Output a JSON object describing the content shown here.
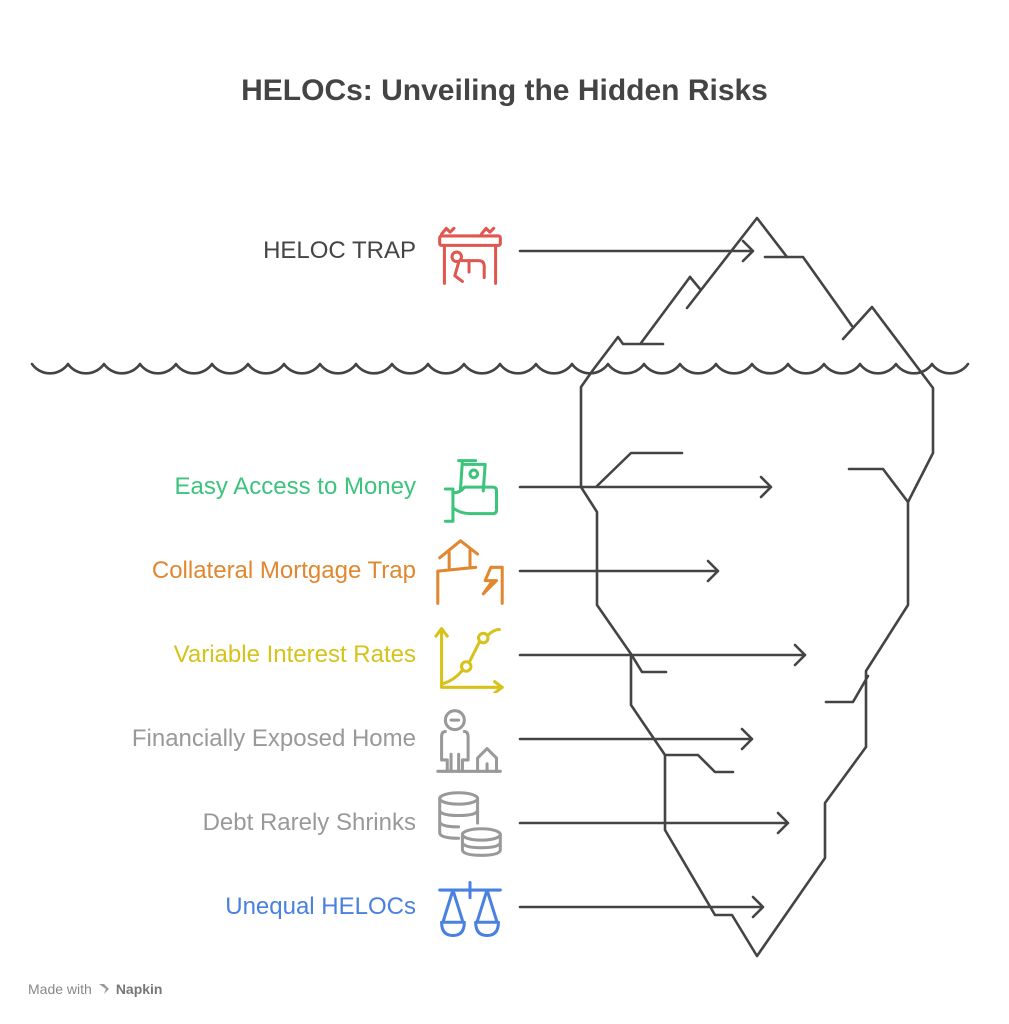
{
  "title": "HELOCs: Unveiling the Hidden Risks",
  "items": [
    {
      "label": "HELOC TRAP",
      "color": "#444444",
      "icon": "trap-icon",
      "icon_color": "#e0574f"
    },
    {
      "label": "Easy Access to Money",
      "color": "#3cc47c",
      "icon": "hand-money-icon",
      "icon_color": "#3cc47c"
    },
    {
      "label": "Collateral Mortgage Trap",
      "color": "#e0872f",
      "icon": "broken-house-icon",
      "icon_color": "#e0872f"
    },
    {
      "label": "Variable Interest Rates",
      "color": "#d6c21a",
      "icon": "rising-chart-icon",
      "icon_color": "#d6c21a"
    },
    {
      "label": "Financially Exposed Home",
      "color": "#999999",
      "icon": "person-house-icon",
      "icon_color": "#999999"
    },
    {
      "label": "Debt Rarely Shrinks",
      "color": "#999999",
      "icon": "coin-stack-icon",
      "icon_color": "#999999"
    },
    {
      "label": "Unequal HELOCs",
      "color": "#4a80e0",
      "icon": "scales-icon",
      "icon_color": "#4a80e0"
    }
  ],
  "footer": {
    "made_with": "Made with",
    "brand": "Napkin"
  }
}
